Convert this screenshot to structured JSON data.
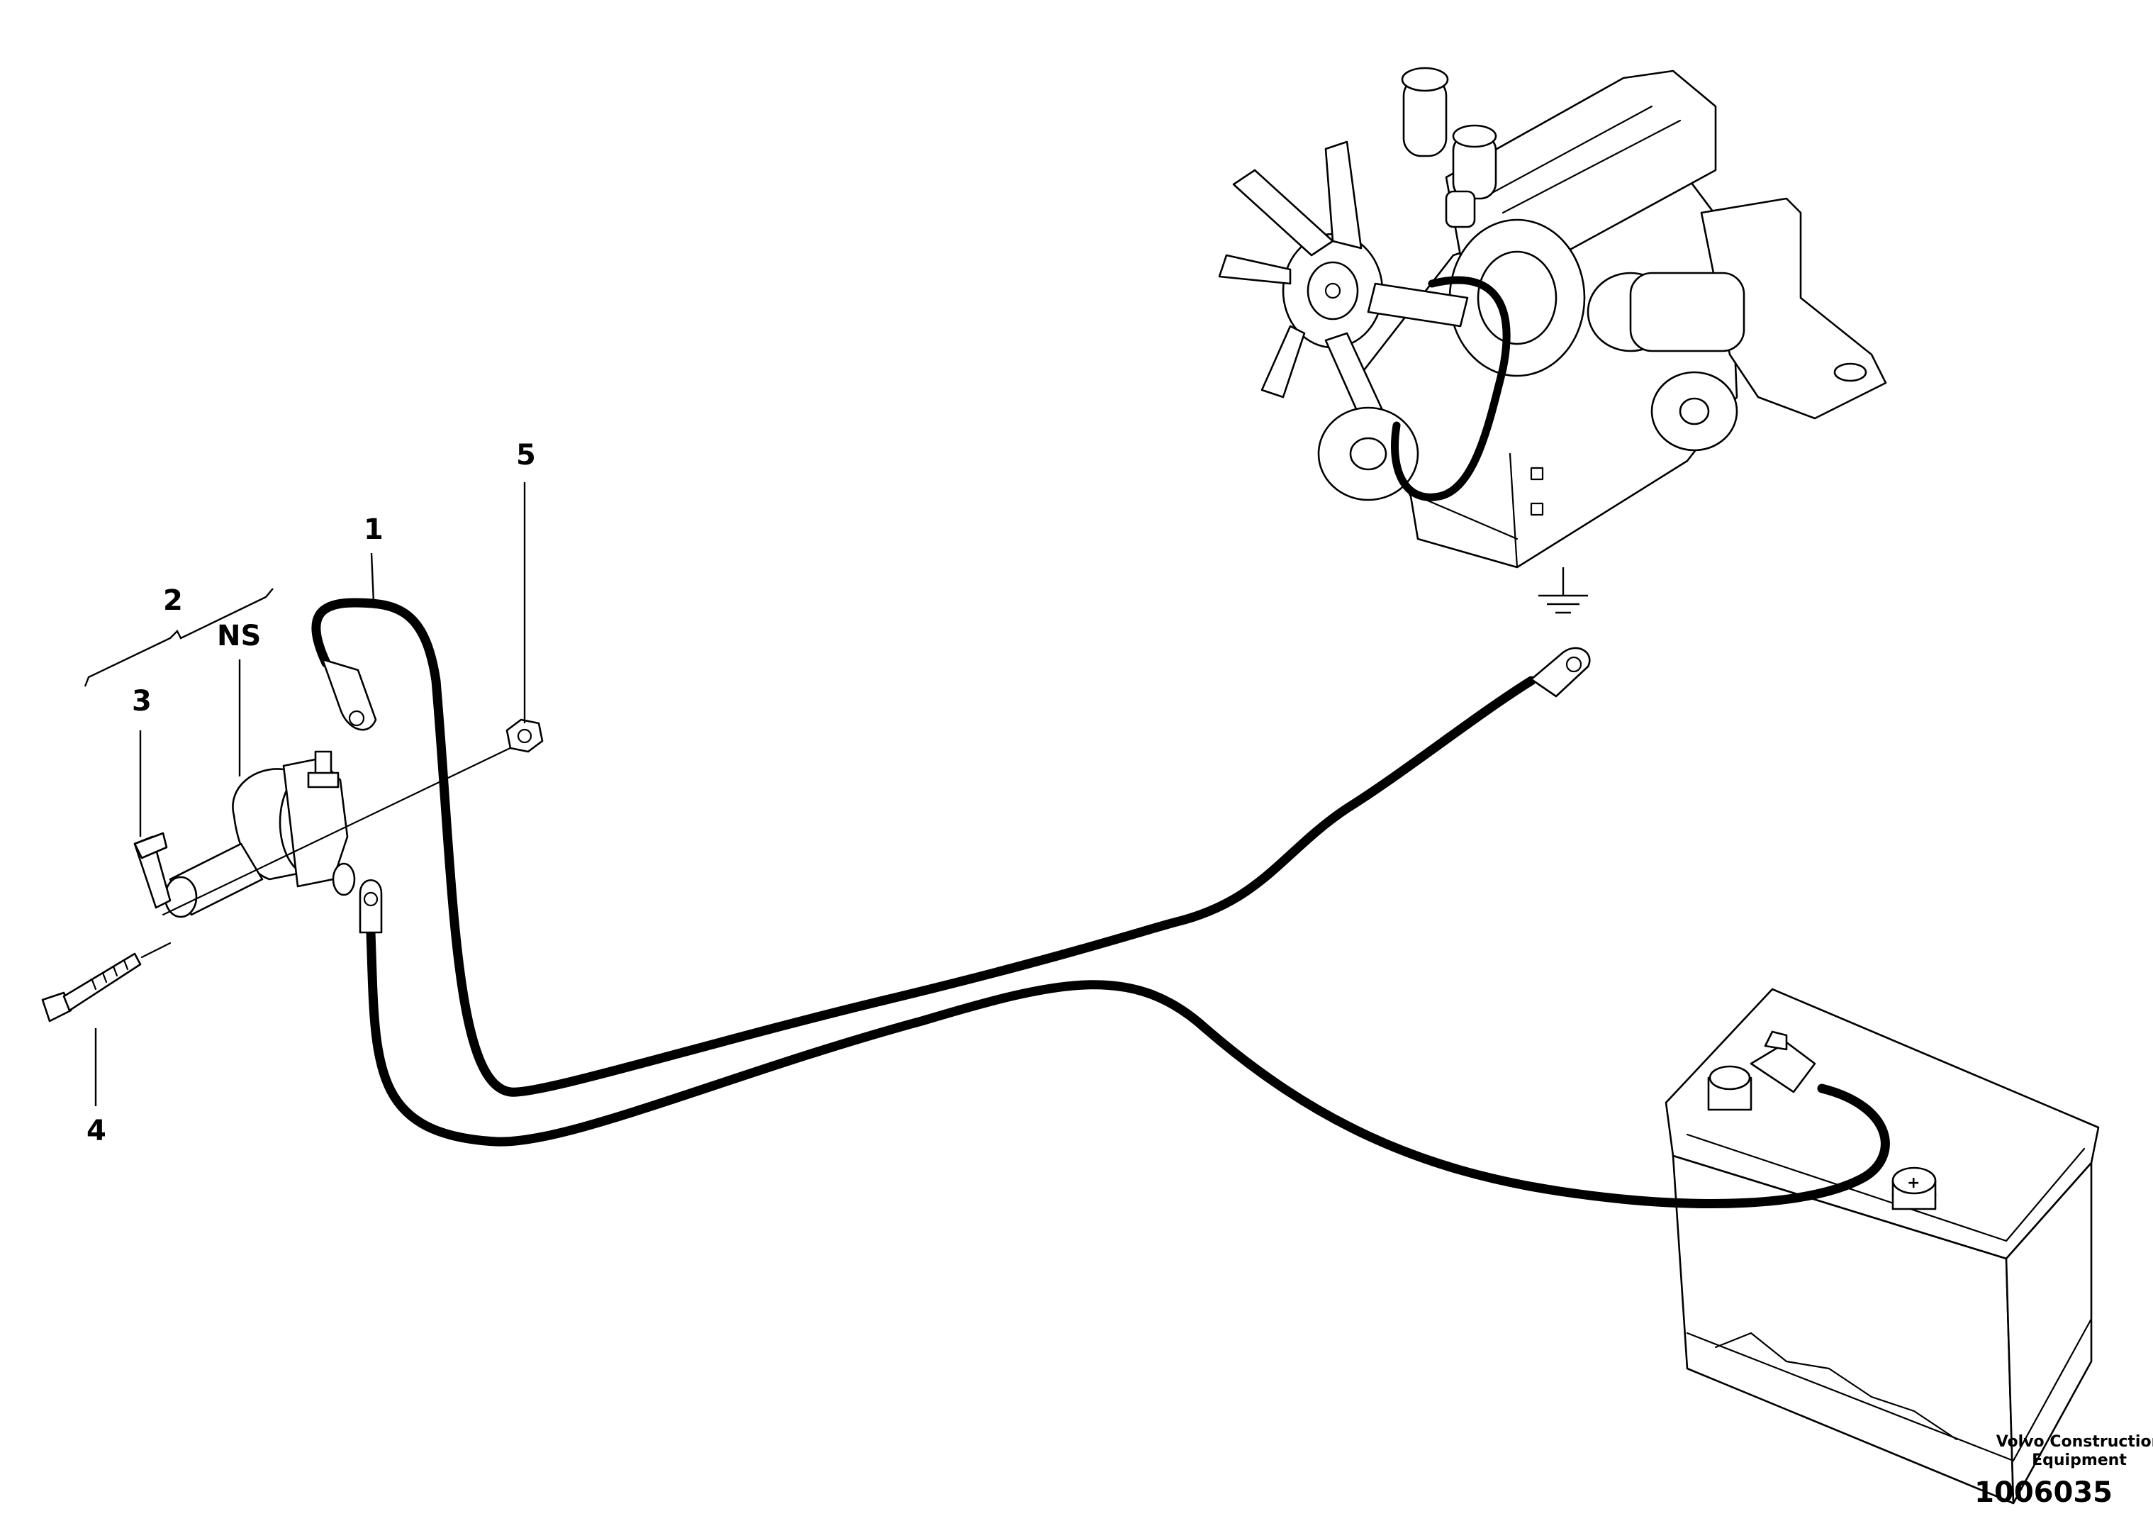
{
  "callouts": {
    "c1": "1",
    "c2": "2",
    "c3": "3",
    "c4": "4",
    "c5": "5",
    "ns": "NS"
  },
  "footer": {
    "manufacturer_line1": "Volvo Construction",
    "manufacturer_line2": "Equipment",
    "drawing_number": "1006035"
  }
}
